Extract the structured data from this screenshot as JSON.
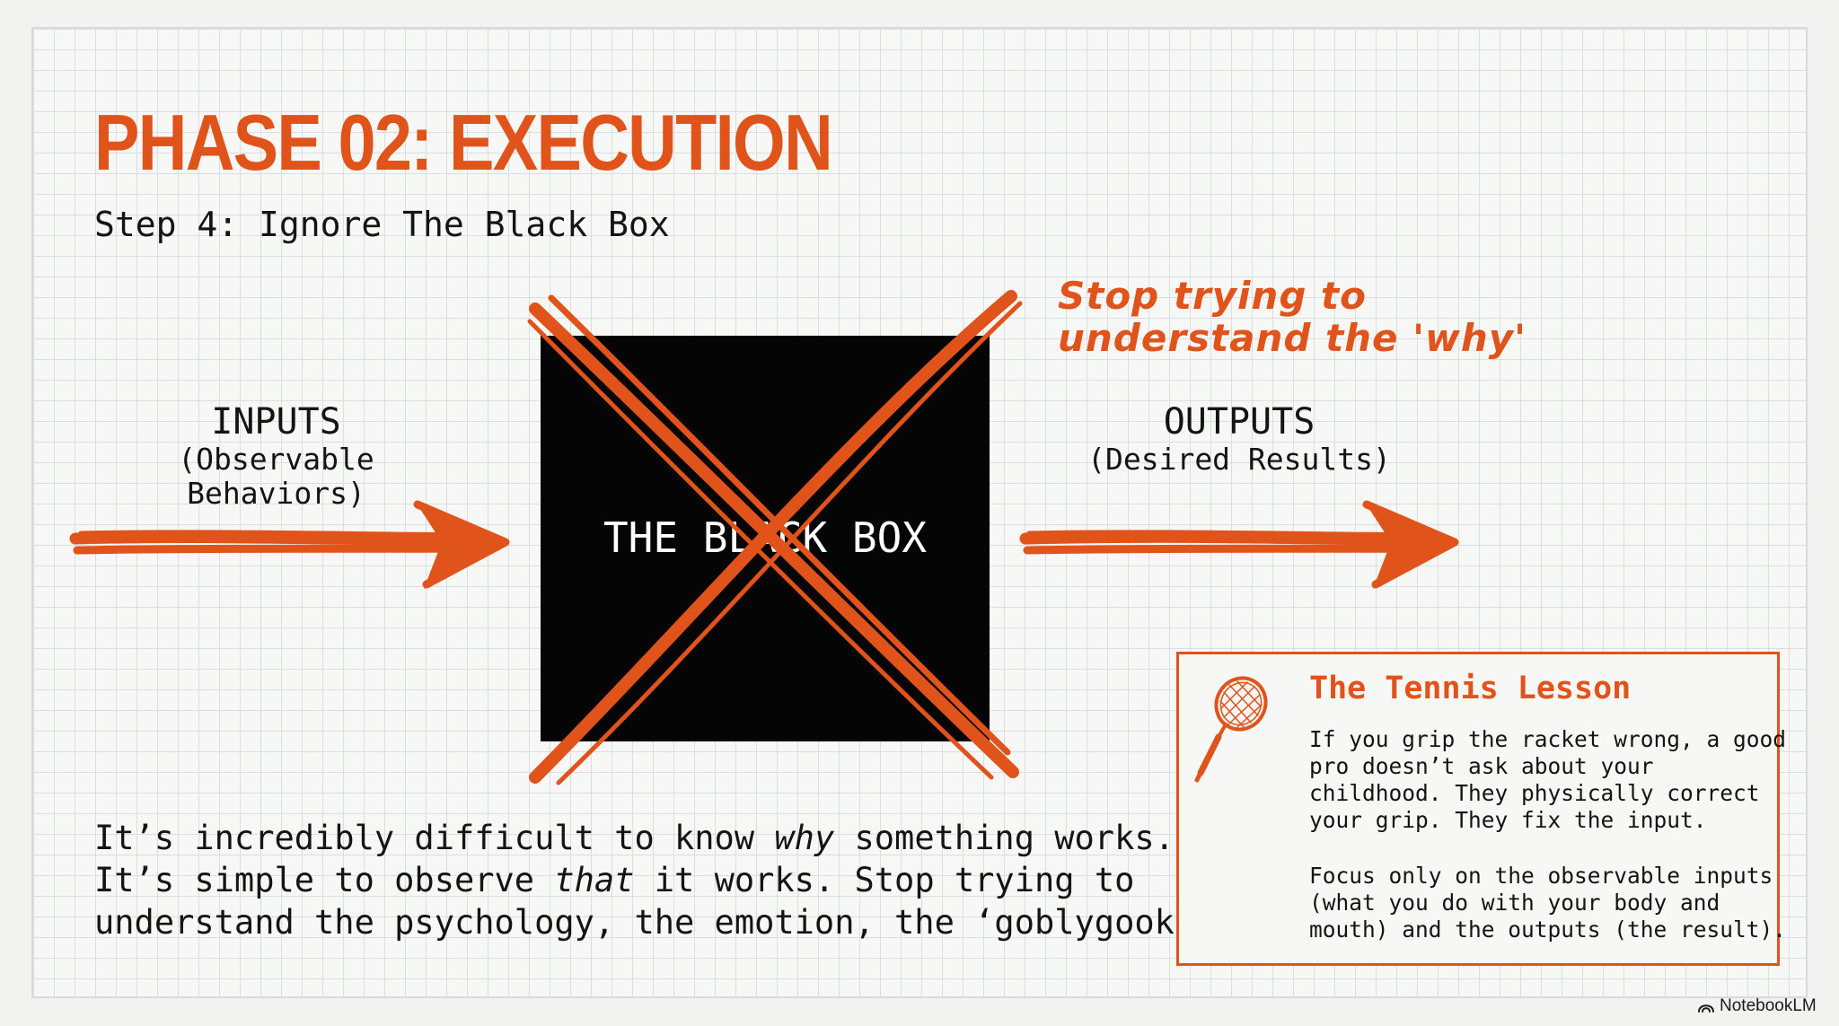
{
  "slide": {
    "title": "PHASE 02: EXECUTION",
    "subtitle": "Step 4: Ignore The Black Box"
  },
  "diagram": {
    "inputs": {
      "heading": "INPUTS",
      "sub": "(Observable Behaviors)"
    },
    "black_box": {
      "label": "THE BLACK BOX"
    },
    "outputs": {
      "heading": "OUTPUTS",
      "sub": "(Desired Results)"
    },
    "annotation": {
      "line1": "Stop trying to",
      "line2": "understand the 'why'"
    }
  },
  "body": {
    "line1_a": "It’s incredibly difficult to know ",
    "line1_em": "why",
    "line1_b": " something works.",
    "line2_a": "It’s simple to observe ",
    "line2_em": "that",
    "line2_b": " it works. Stop trying to",
    "line3": "understand the psychology, the emotion, the ‘goblygook.’"
  },
  "lesson": {
    "title": "The Tennis Lesson",
    "p1_lines": [
      "If you grip the racket wrong, a good",
      "pro doesn’t ask about your",
      "childhood. They physically correct",
      "your grip. They fix the input."
    ],
    "p2_lines": [
      "Focus only on the observable inputs",
      "(what you do with your body and",
      "mouth) and the outputs (the result)."
    ],
    "icon": "tennis-racket-icon"
  },
  "brand": {
    "label": "NotebookLM",
    "icon": "notebooklm-logo-icon"
  },
  "colors": {
    "accent": "#e0531a",
    "ink": "#141414",
    "box": "#050505",
    "grid": "#d9dee4"
  }
}
